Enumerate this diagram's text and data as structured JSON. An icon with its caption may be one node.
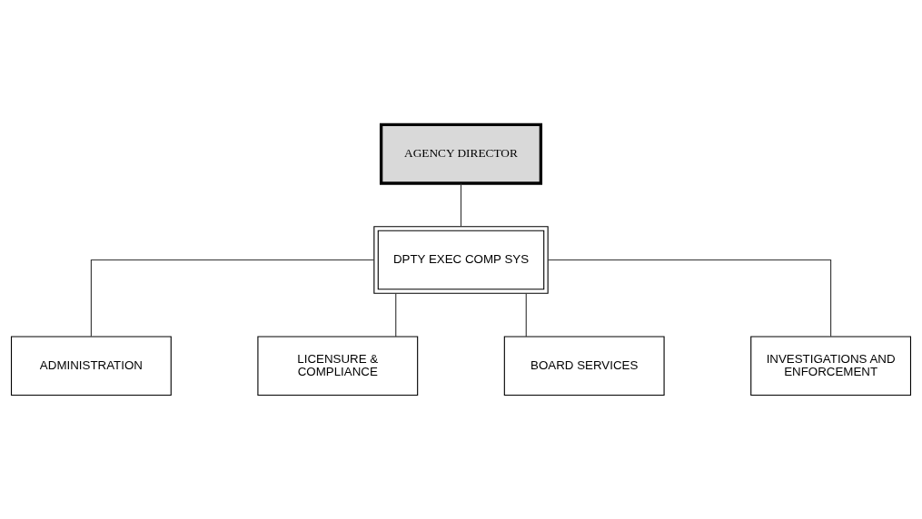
{
  "diagram": {
    "nodes": [
      {
        "text": [
          "AGENCY DIRECTOR"
        ]
      },
      {
        "text": [
          "DPTY EXEC COMP SYS"
        ]
      },
      {
        "text": [
          "ADMINISTRATION"
        ]
      },
      {
        "text": [
          "LICENSURE & COMPLIANCE"
        ]
      },
      {
        "text": [
          "BOARD SERVICES"
        ]
      },
      {
        "text": [
          "INVESTIGATIONS AND ENFORCEMENT"
        ]
      }
    ],
    "edges": [
      {
        "from": 0,
        "to": 1,
        "arrow": "none"
      },
      {
        "from": 1,
        "to": 2,
        "arrow": "none"
      },
      {
        "from": 1,
        "to": 3,
        "arrow": "none"
      },
      {
        "from": 1,
        "to": 4,
        "arrow": "none"
      },
      {
        "from": 1,
        "to": 5,
        "arrow": "none"
      }
    ]
  }
}
